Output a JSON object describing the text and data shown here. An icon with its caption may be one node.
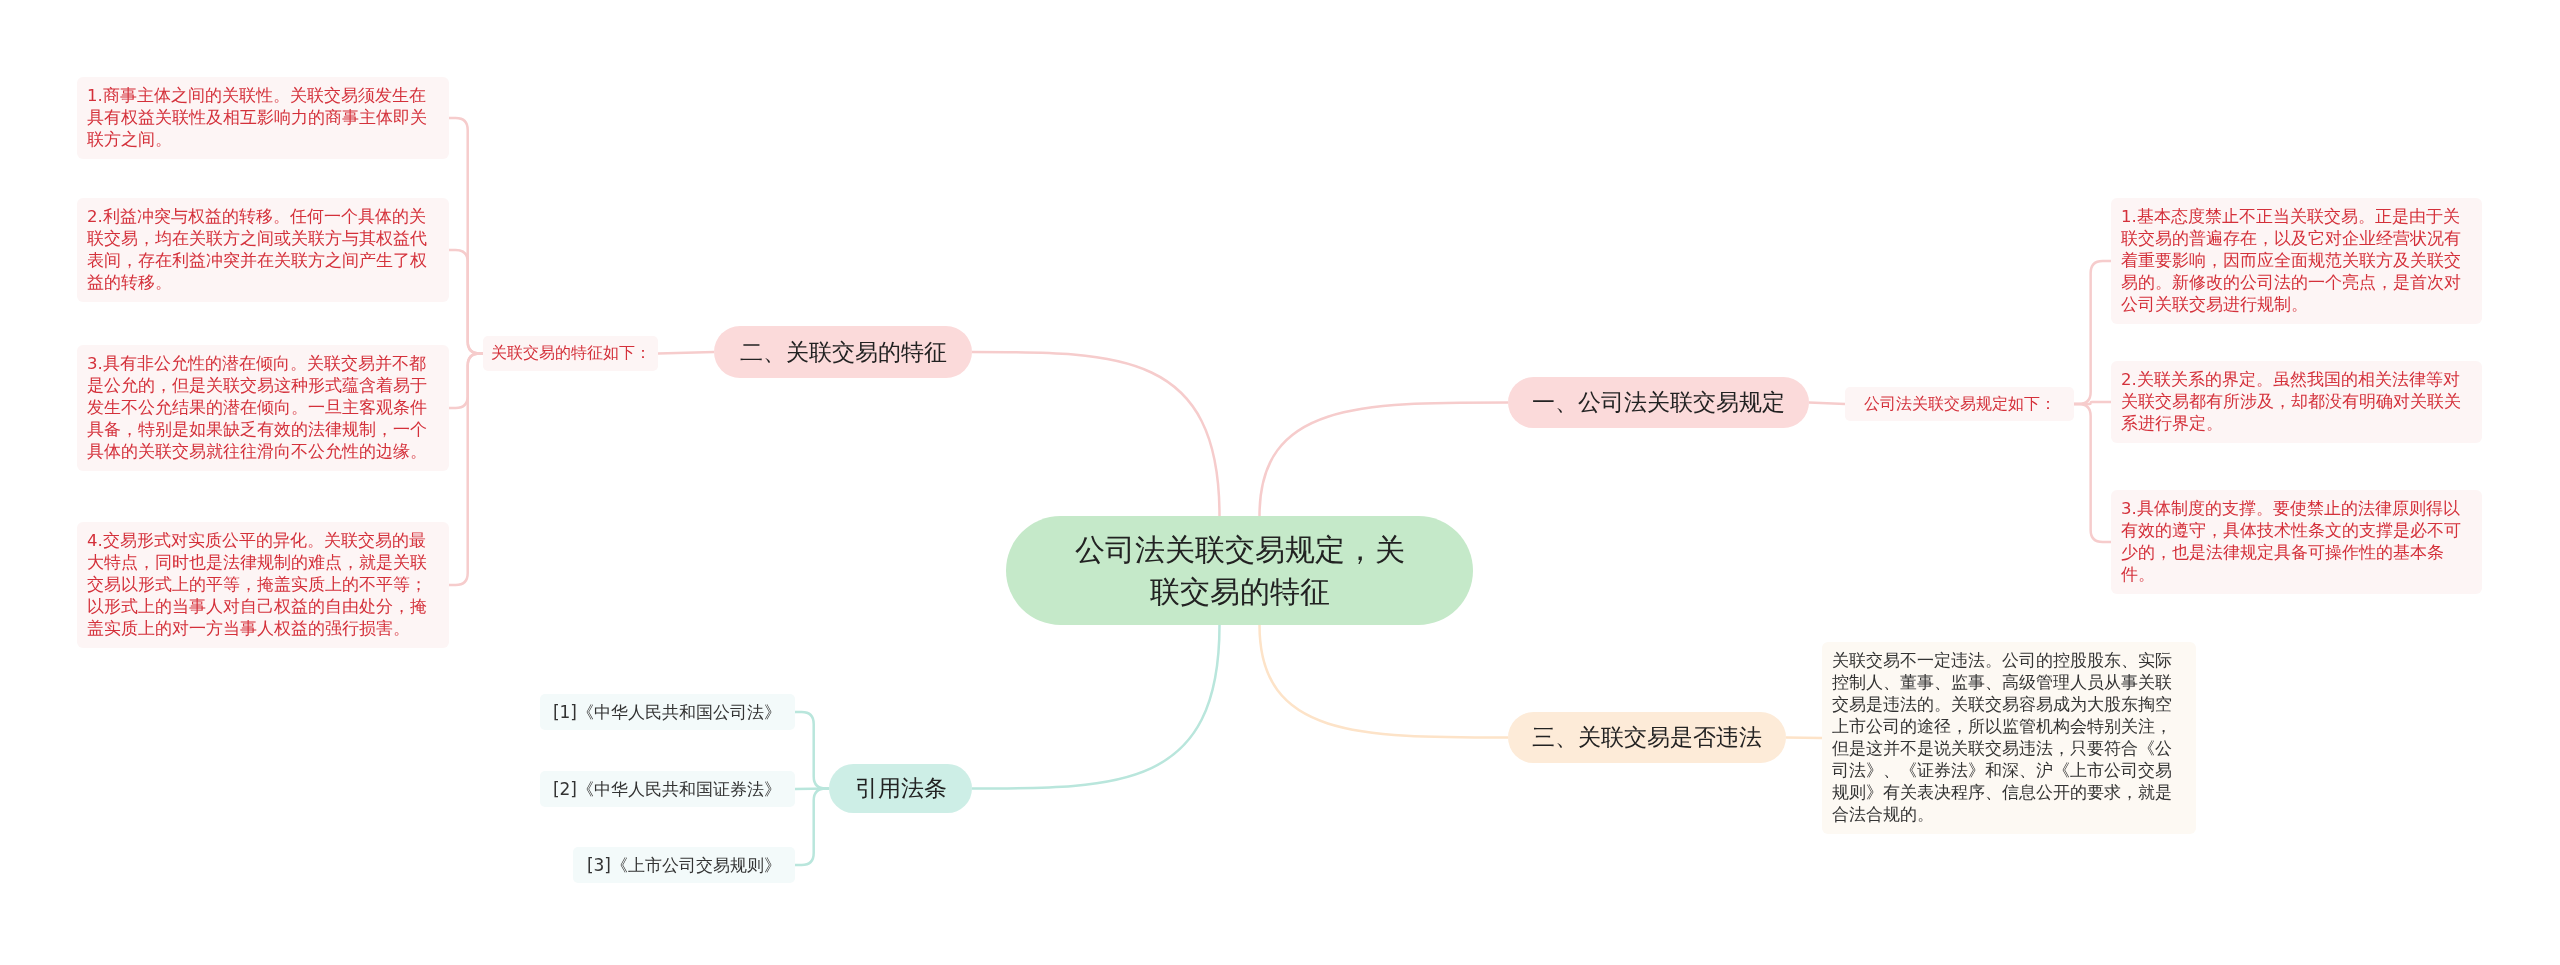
{
  "diagram": {
    "nodes": [
      {
        "text": [
          "公司法关联交易规定，关联交易的特征"
        ]
      },
      {
        "text": [
          "一、公司法关联交易规定"
        ]
      },
      {
        "text": [
          "公司法关联交易规定如下："
        ]
      },
      {
        "text": [
          "1.基本态度禁止不正当关联交易。正是由于关联交易的普遍存在，以及它对企业经营状况有着重要影响，因而应全面规范关联方及关联交易的。新修改的公司法的一个亮点，是首次对公司关联交易进行规制。"
        ]
      },
      {
        "text": [
          "2.关联关系的界定。虽然我国的相关法律等对关联交易都有所涉及，却都没有明确对关联关系进行界定。"
        ]
      },
      {
        "text": [
          "3.具体制度的支撑。要使禁止的法律原则得以有效的遵守，具体技术性条文的支撑是必不可少的，也是法律规定具备可操作性的基本条件。"
        ]
      },
      {
        "text": [
          "二、关联交易的特征"
        ]
      },
      {
        "text": [
          "关联交易的特征如下："
        ]
      },
      {
        "text": [
          "1.商事主体之间的关联性。关联交易须发生在具有权益关联性及相互影响力的商事主体即关联方之间。"
        ]
      },
      {
        "text": [
          "2.利益冲突与权益的转移。任何一个具体的关联交易，均在关联方之间或关联方与其权益代表间，存在利益冲突并在关联方之间产生了权益的转移。"
        ]
      },
      {
        "text": [
          "3.具有非公允性的潜在倾向。关联交易并不都是公允的，但是关联交易这种形式蕴含着易于发生不公允结果的潜在倾向。一旦主客观条件具备，特别是如果缺乏有效的法律规制，一个具体的关联交易就往往滑向不公允性的边缘。"
        ]
      },
      {
        "text": [
          "4.交易形式对实质公平的异化。关联交易的最大特点，同时也是法律规制的难点，就是关联交易以形式上的平等，掩盖实质上的不平等；以形式上的当事人对自己权益的自由处分，掩盖实质上的对一方当事人权益的强行损害。"
        ]
      },
      {
        "text": [
          "三、关联交易是否违法"
        ]
      },
      {
        "text": [
          "关联交易不一定违法。公司的控股股东、实际控制人、董事、监事、高级管理人员从事关联交易是违法的。关联交易容易成为大股东掏空上市公司的途径，所以监管机构会特别关注，但是这并不是说关联交易违法，只要符合《公司法》、《证券法》和深、沪《上市公司交易规则》有关表决程序、信息公开的要求，就是合法合规的。"
        ]
      },
      {
        "text": [
          "引用法条"
        ]
      },
      {
        "text": [
          "[1]《中华人民共和国公司法》"
        ]
      },
      {
        "text": [
          "[2]《中华人民共和国证券法》"
        ]
      },
      {
        "text": [
          "[3]《上市公司交易规则》"
        ]
      }
    ],
    "edges": [
      {
        "from": 0,
        "to": 1,
        "arrow": "none"
      },
      {
        "from": 1,
        "to": 2,
        "arrow": "none"
      },
      {
        "from": 2,
        "to": 3,
        "arrow": "none"
      },
      {
        "from": 2,
        "to": 4,
        "arrow": "none"
      },
      {
        "from": 2,
        "to": 5,
        "arrow": "none"
      },
      {
        "from": 0,
        "to": 6,
        "arrow": "none"
      },
      {
        "from": 6,
        "to": 7,
        "arrow": "none"
      },
      {
        "from": 7,
        "to": 8,
        "arrow": "none"
      },
      {
        "from": 7,
        "to": 9,
        "arrow": "none"
      },
      {
        "from": 7,
        "to": 10,
        "arrow": "none"
      },
      {
        "from": 7,
        "to": 11,
        "arrow": "none"
      },
      {
        "from": 0,
        "to": 12,
        "arrow": "none",
        "color": "#fde3c8"
      },
      {
        "from": 12,
        "to": 13,
        "arrow": "none",
        "color": "#fde3c8"
      },
      {
        "from": 0,
        "to": 14,
        "arrow": "none",
        "color": "#b9e6dc"
      },
      {
        "from": 14,
        "to": 15,
        "arrow": "none",
        "color": "#b9e6dc"
      },
      {
        "from": 14,
        "to": 16,
        "arrow": "none",
        "color": "#b9e6dc"
      },
      {
        "from": 14,
        "to": 17,
        "arrow": "none",
        "color": "#b9e6dc"
      }
    ]
  }
}
